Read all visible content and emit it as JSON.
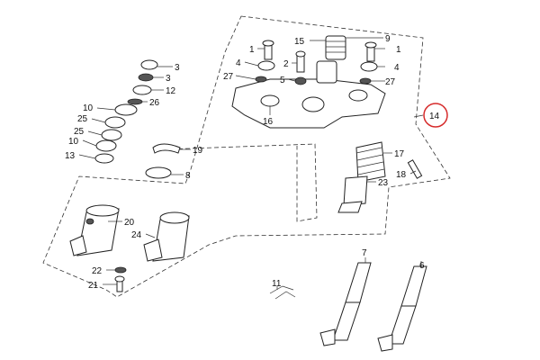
{
  "diagram": {
    "callouts": {
      "c1a": "1",
      "c1b": "1",
      "c2": "2",
      "c3a": "3",
      "c3b": "3",
      "c4a": "4",
      "c4b": "4",
      "c5": "5",
      "c6": "6",
      "c7": "7",
      "c8": "8",
      "c9": "9",
      "c10a": "10",
      "c10b": "10",
      "c11": "11",
      "c12": "12",
      "c13": "13",
      "c14": "14",
      "c15": "15",
      "c16": "16",
      "c17": "17",
      "c18": "18",
      "c19": "19",
      "c20": "20",
      "c21": "21",
      "c22": "22",
      "c23": "23",
      "c24": "24",
      "c25a": "25",
      "c25b": "25",
      "c26": "26",
      "c27a": "27",
      "c27b": "27"
    },
    "highlight_color": "#d62b2b"
  }
}
